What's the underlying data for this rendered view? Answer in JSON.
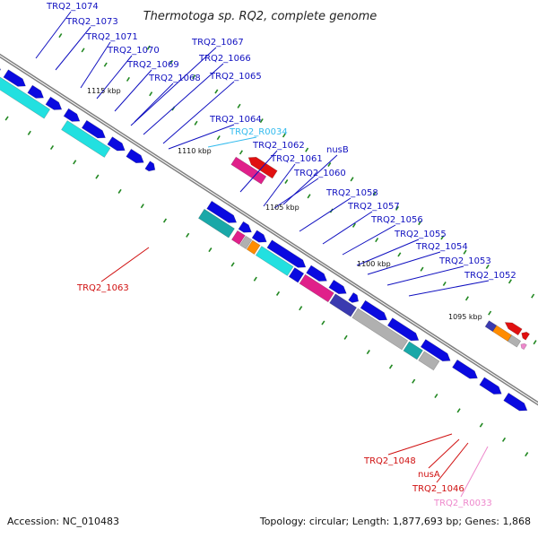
{
  "title": "Thermotoga sp. RQ2, complete genome",
  "footer": {
    "accession": "Accession: NC_010483",
    "topology": "Topology: circular; Length: 1,877,693 bp; Genes: 1,868"
  },
  "colors": {
    "plus_label": "#1010c0",
    "minus_label": "#d01010",
    "rna_label": "#33bbee",
    "pink_label": "#ee88cc",
    "backbone": "#808080",
    "cds": "#0a0ae0",
    "cds_dark": "#3a3ab0",
    "cog_teal": "#1aa8a8",
    "cog_cyan": "#22e0e0",
    "cog_grey": "#b0b0b0",
    "cog_orange": "#ff8c00",
    "cog_pink": "#e0208a",
    "cog_red": "#e01010",
    "tick": "#228822"
  },
  "scale_labels": [
    "1115 kbp",
    "1110 kbp",
    "1105 kbp",
    "1100 kbp",
    "1095 kbp"
  ],
  "genes": [
    {
      "name": "TRQ2_1074",
      "color": "plus_label"
    },
    {
      "name": "TRQ2_1073",
      "color": "plus_label"
    },
    {
      "name": "TRQ2_1071",
      "color": "plus_label"
    },
    {
      "name": "TRQ2_1070",
      "color": "plus_label"
    },
    {
      "name": "TRQ2_1069",
      "color": "plus_label"
    },
    {
      "name": "TRQ2_1068",
      "color": "plus_label"
    },
    {
      "name": "TRQ2_1067",
      "color": "plus_label"
    },
    {
      "name": "TRQ2_1066",
      "color": "plus_label"
    },
    {
      "name": "TRQ2_1065",
      "color": "plus_label"
    },
    {
      "name": "TRQ2_1064",
      "color": "plus_label"
    },
    {
      "name": "TRQ2_R0034",
      "color": "rna_label"
    },
    {
      "name": "TRQ2_1062",
      "color": "plus_label"
    },
    {
      "name": "nusB",
      "color": "plus_label"
    },
    {
      "name": "TRQ2_1061",
      "color": "plus_label"
    },
    {
      "name": "TRQ2_1060",
      "color": "plus_label"
    },
    {
      "name": "TRQ2_1058",
      "color": "plus_label"
    },
    {
      "name": "TRQ2_1057",
      "color": "plus_label"
    },
    {
      "name": "TRQ2_1056",
      "color": "plus_label"
    },
    {
      "name": "TRQ2_1055",
      "color": "plus_label"
    },
    {
      "name": "TRQ2_1054",
      "color": "plus_label"
    },
    {
      "name": "TRQ2_1053",
      "color": "plus_label"
    },
    {
      "name": "TRQ2_1052",
      "color": "plus_label"
    },
    {
      "name": "TRQ2_1063",
      "color": "minus_label"
    },
    {
      "name": "TRQ2_1048",
      "color": "minus_label"
    },
    {
      "name": "nusA",
      "color": "minus_label"
    },
    {
      "name": "TRQ2_1046",
      "color": "minus_label"
    },
    {
      "name": "TRQ2_R0033",
      "color": "pink_label"
    }
  ]
}
